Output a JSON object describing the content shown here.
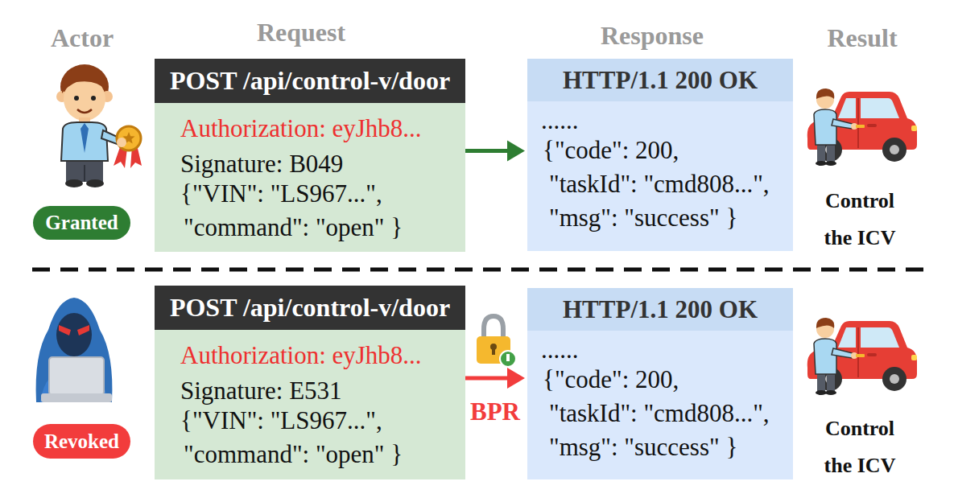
{
  "diagram": {
    "nodes": [
      {
        "text": [
          "Granted"
        ]
      },
      {
        "text": [
          "POST /api/control-v/door",
          "Authorization: eyJhb8...",
          "Signature: B049",
          "{\"VIN\": \"LS967...\", \"command\": \"open\" }"
        ]
      },
      {
        "text": [
          "HTTP/1.1 200 OK",
          "......",
          "{\"code\": 200, \"taskId\": \"cmd808...\", \"msg\": \"success\" }"
        ]
      },
      {
        "text": [
          "Revoked"
        ]
      },
      {
        "text": [
          "POST /api/control-v/door",
          "Authorization: eyJhb8...",
          "Signature: E531",
          "{\"VIN\": \"LS967...\", \"command\": \"open\" }"
        ]
      },
      {
        "text": [
          "HTTP/1.1 200 OK",
          "......",
          "{\"code\": 200, \"taskId\": \"cmd808...\", \"msg\": \"success\" }"
        ]
      }
    ],
    "edges": [
      {
        "from": 1,
        "to": 2,
        "arrow": "to"
      },
      {
        "from": 4,
        "to": 5,
        "label": "BPR",
        "arrow": "to"
      }
    ],
    "labels": [
      "Actor",
      "Request",
      "Response",
      "Result",
      "Control the ICV",
      "Control the ICV"
    ]
  }
}
